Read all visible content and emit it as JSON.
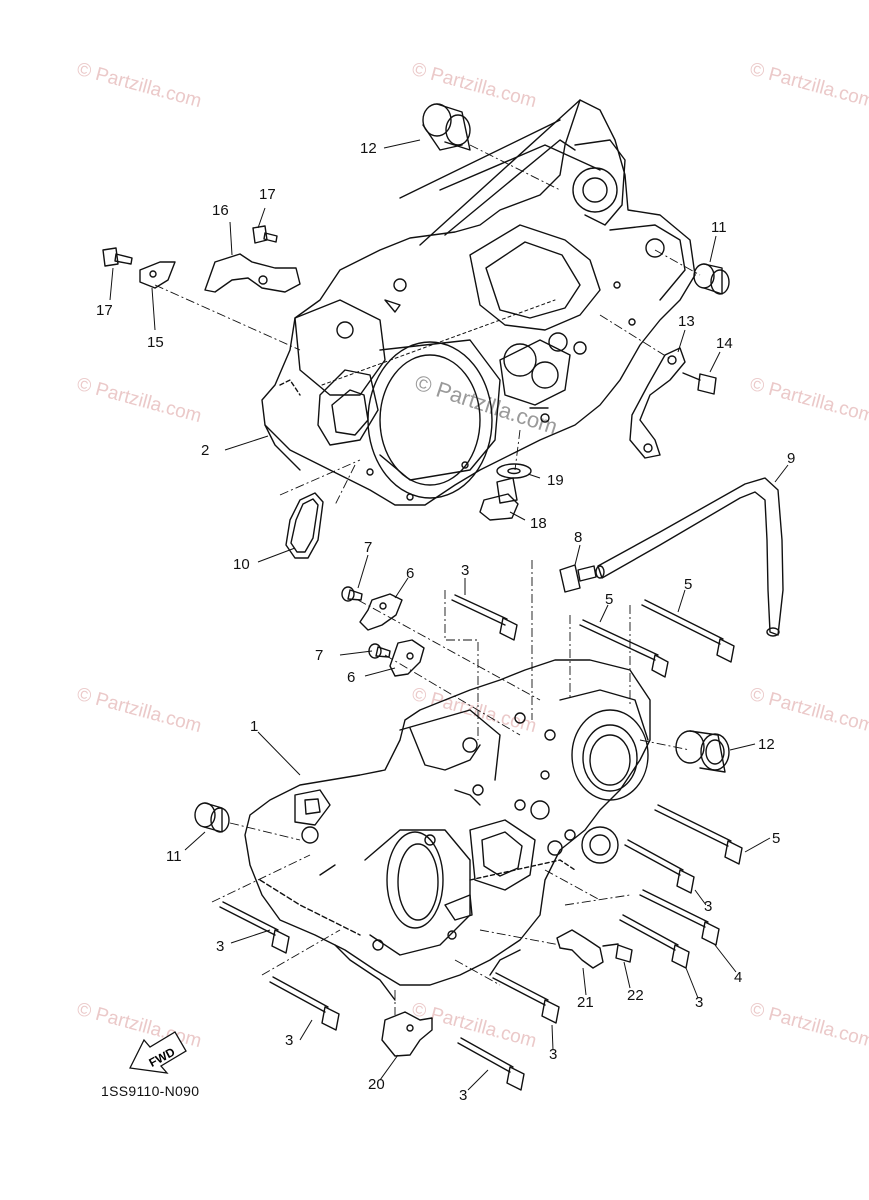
{
  "watermark": "© Partzilla.com",
  "diagram_code": "1SS9110-N090",
  "fwd_label": "FWD",
  "callouts": {
    "c12a": "12",
    "c17a": "17",
    "c16": "16",
    "c17b": "17",
    "c15": "15",
    "c11a": "11",
    "c13": "13",
    "c14": "14",
    "c2": "2",
    "c9": "9",
    "c19": "19",
    "c18": "18",
    "c8": "8",
    "c10": "10",
    "c7a": "7",
    "c6a": "6",
    "c3a": "3",
    "c5a": "5",
    "c5b": "5",
    "c7b": "7",
    "c6b": "6",
    "c1": "1",
    "c12b": "12",
    "c11b": "11",
    "c5c": "5",
    "c3b": "3",
    "c3c": "3",
    "c4": "4",
    "c3d": "3",
    "c22": "22",
    "c21": "21",
    "c3e": "3",
    "c3f": "3",
    "c20": "20",
    "c3g": "3"
  }
}
